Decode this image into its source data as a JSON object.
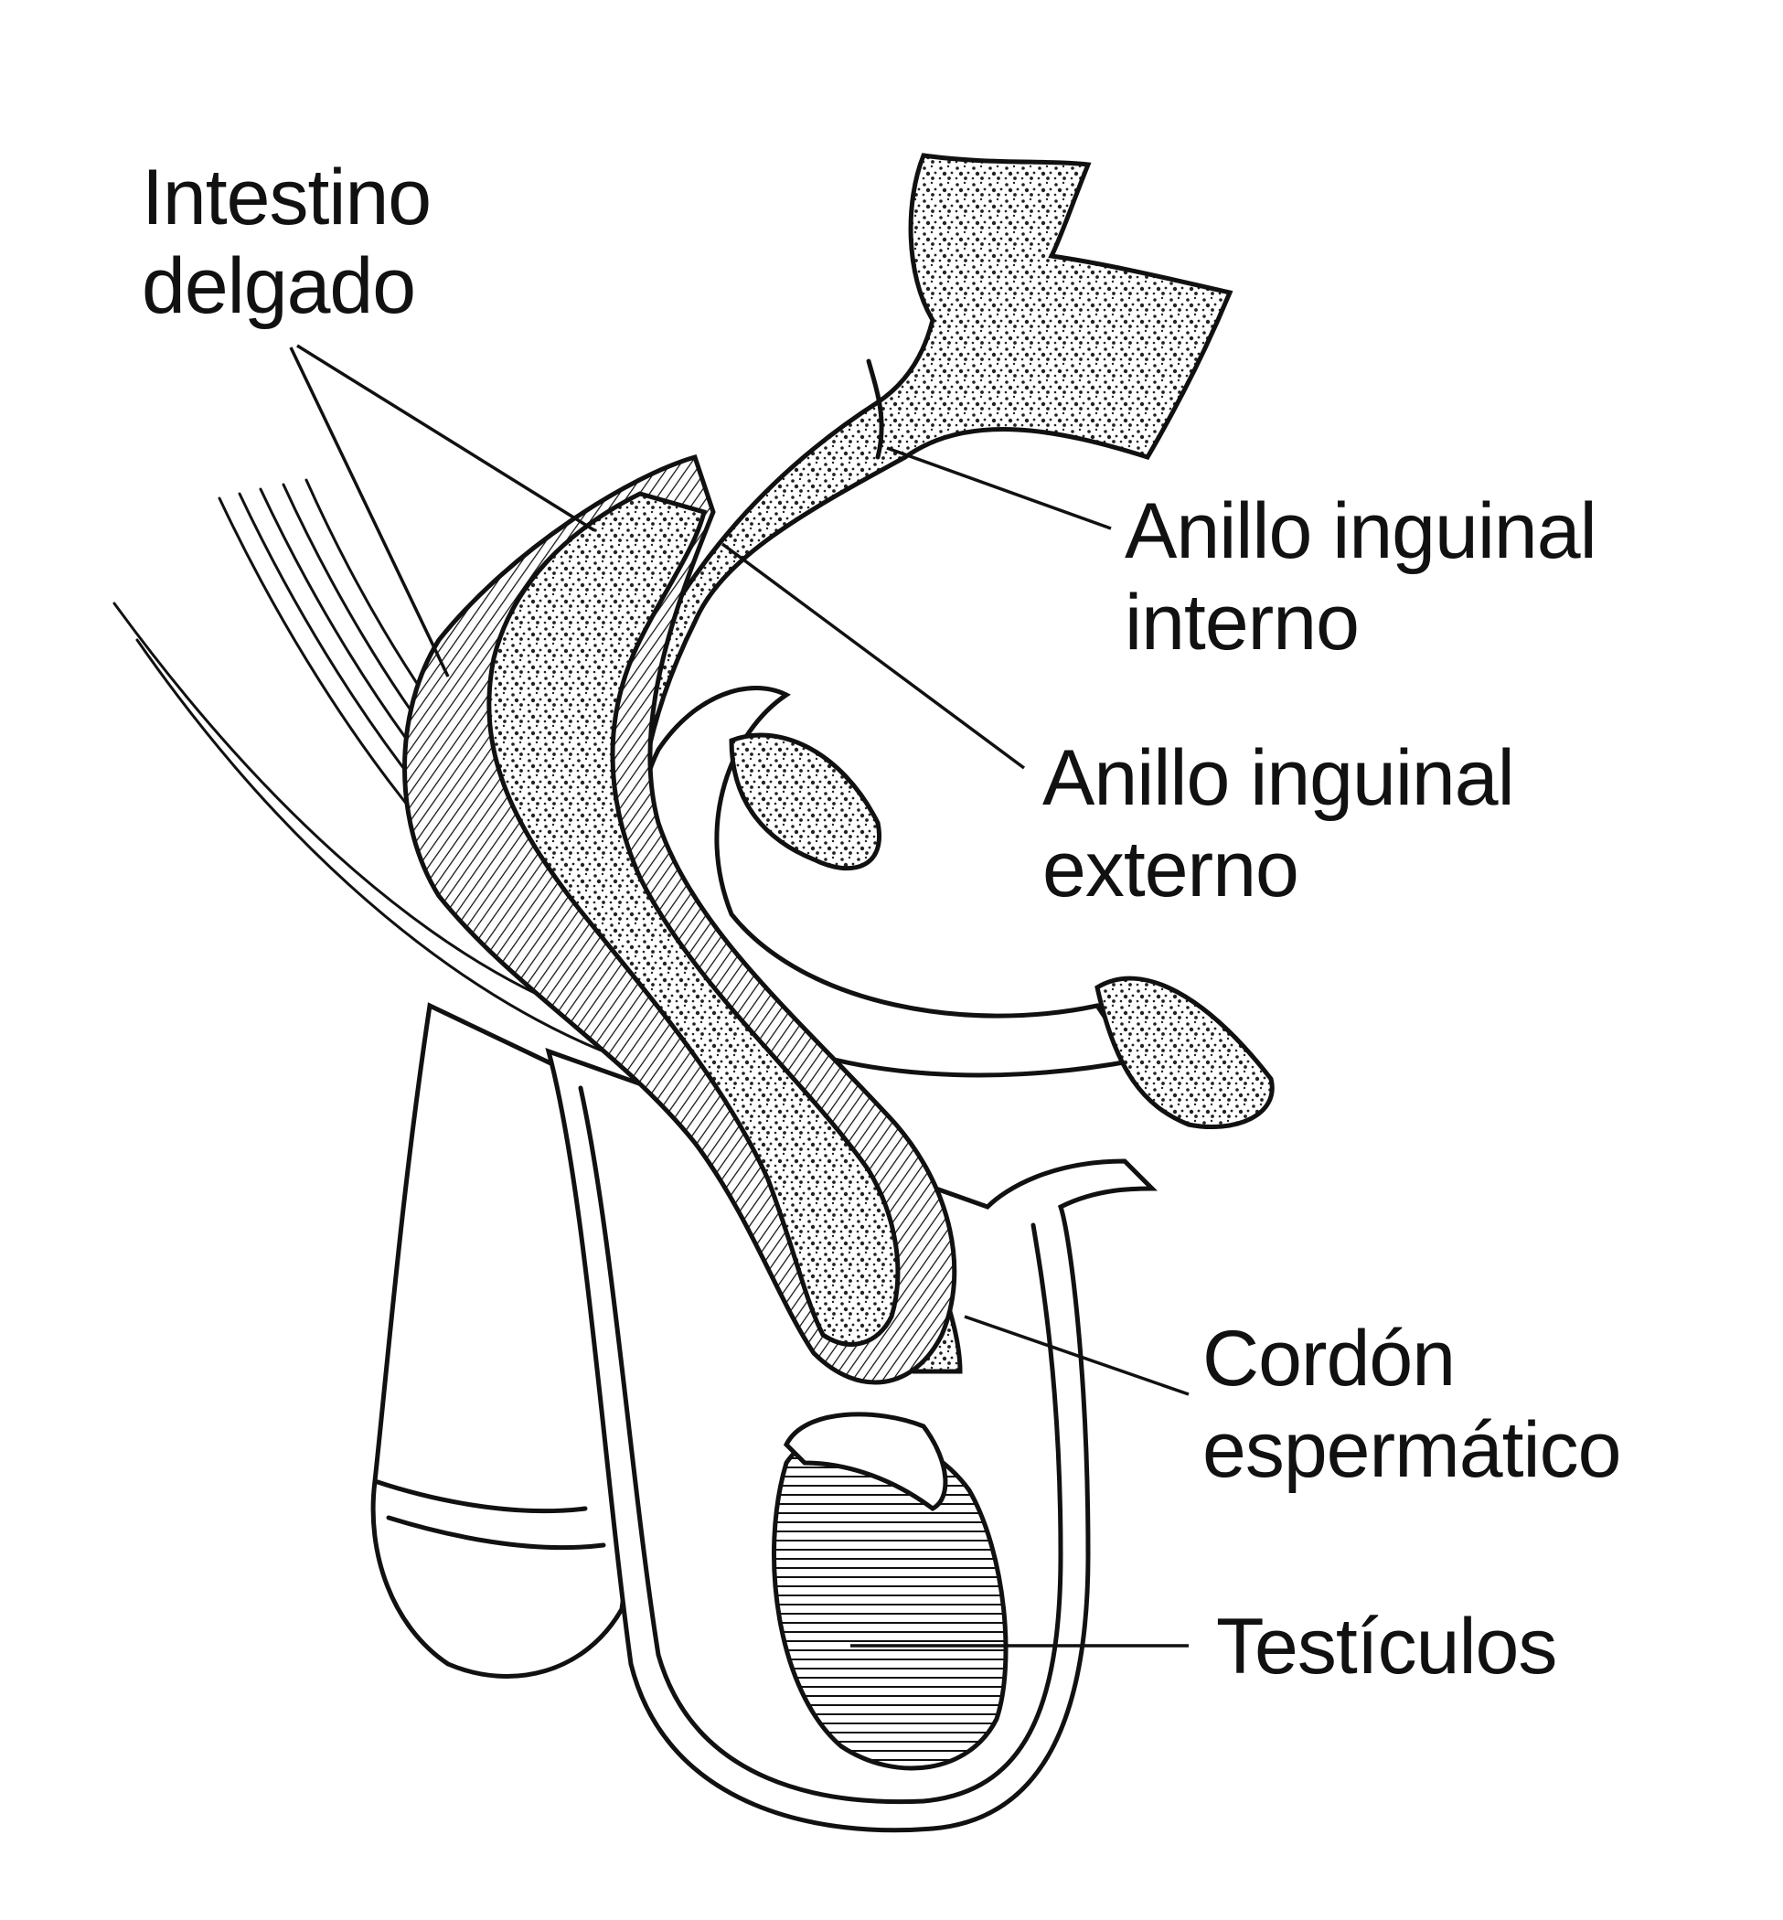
{
  "labels": {
    "small_intestine": [
      "Intestino",
      "delgado"
    ],
    "internal_ring": [
      "Anillo inguinal",
      "interno"
    ],
    "external_ring": [
      "Anillo inguinal",
      "externo"
    ],
    "spermatic_cord": [
      "Cordón",
      "espermático"
    ],
    "testicles": [
      "Testículos"
    ]
  },
  "colors": {
    "ink": "#111111",
    "background": "#ffffff"
  }
}
